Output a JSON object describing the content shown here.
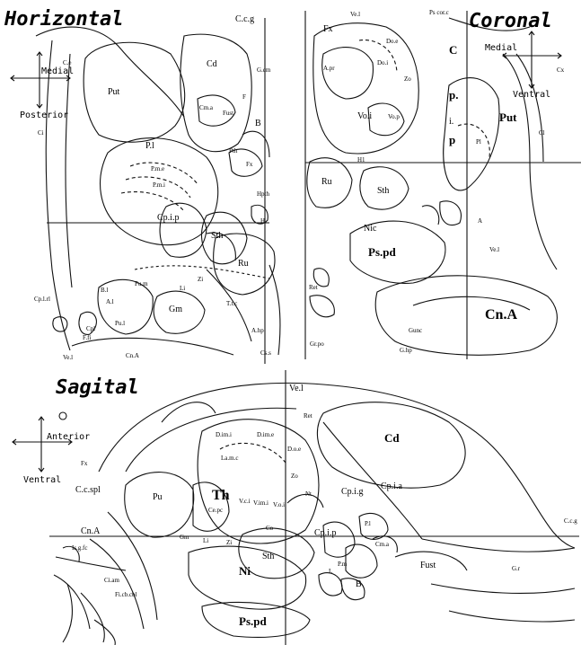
{
  "panels": {
    "horizontal": {
      "title": "Horizontal",
      "orientation": {
        "top": "Medial",
        "bottom": "Posterior"
      },
      "labels": [
        "C.c.g",
        "Cd",
        "Put",
        "Cd",
        "C.e",
        "Ci",
        "F",
        "G.cm",
        "Fust",
        "B",
        "Cm.a",
        "P.l",
        "P.m.e",
        "P.m.i",
        "Pth",
        "Fx",
        "Cp.i.p",
        "Sth",
        "Hpth",
        "Ru",
        "Ru",
        "Zi",
        "Li",
        "Pu.l",
        "Pu.m",
        "A.l",
        "Gm",
        "T.t.c",
        "Ci",
        "Cn.A",
        "A.hp",
        "Cp.l.rl",
        "Ve.l",
        "B.l",
        "F.fi",
        "H",
        "Cs.s",
        "Cpl"
      ]
    },
    "coronal": {
      "title": "Coronal",
      "orientation": {
        "top": "Medial",
        "bottom": "Ventral"
      },
      "labels": [
        "Fx",
        "Ve.l",
        "Ps cor.c",
        "Do.e",
        "Do.i",
        "Zo",
        "A.pr",
        "Vo.i",
        "Vo.p",
        "C",
        "p.",
        "i.",
        "p",
        "Put",
        "Cx",
        "Cl",
        "Ru",
        "Sth",
        "Nic",
        "Ps.pd",
        "Cn.A",
        "Gunc",
        "Ve.l",
        "Gr.po",
        "G.hp",
        "A",
        "H1",
        "Ret",
        "Pl"
      ]
    },
    "sagital": {
      "title": "Sagital",
      "orientation": {
        "top": "Anterior",
        "bottom": "Ventral"
      },
      "labels": [
        "Ve.l",
        "Cd",
        "Th",
        "Pu",
        "C.c.spl",
        "Cn.A",
        "Is.g.fc",
        "Ci.am",
        "Fi.cb.cbl",
        "Cp.i.g",
        "Cp.i.a",
        "Cp.i.p",
        "C.c.g",
        "P.l",
        "P.m",
        "Cm.a",
        "B",
        "Fust",
        "G.r",
        "Sth",
        "Ni",
        "Ps.pd",
        "L",
        "Zi",
        "Li",
        "Ce.pc",
        "D.im.i",
        "D.im.e",
        "La.m.c",
        "V.c.i",
        "V.im.i",
        "V.o.i",
        "Zo",
        "D.o.e",
        "Nt",
        "Ret",
        "Gm",
        "Fx",
        "Co"
      ]
    }
  }
}
